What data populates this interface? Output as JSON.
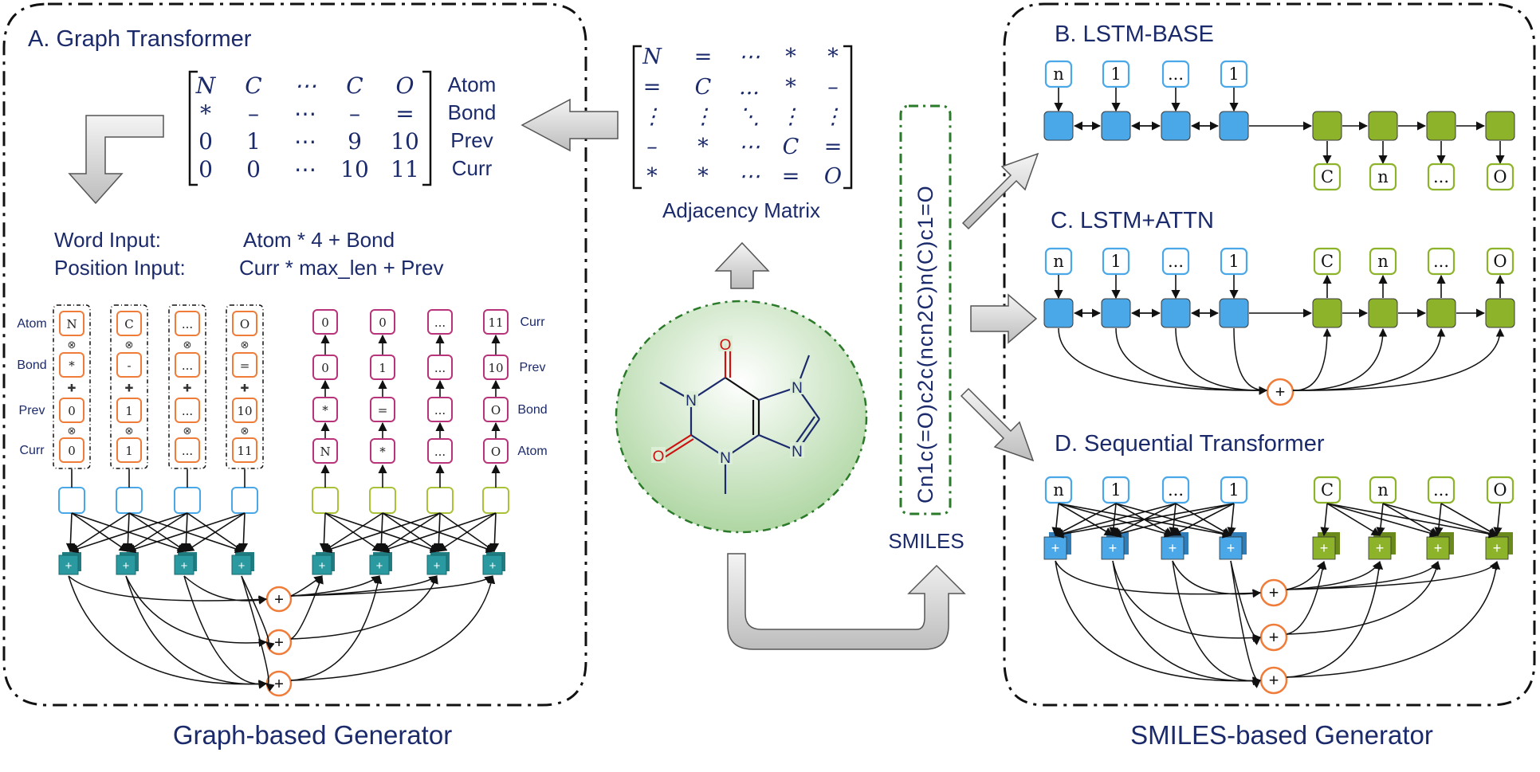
{
  "panels": {
    "graph_title": "A. Graph Transformer",
    "graph_caption": "Graph-based Generator",
    "smiles_caption": "SMILES-based Generator",
    "lstm_base_title": "B. LSTM-BASE",
    "lstm_attn_title": "C. LSTM+ATTN",
    "seq_transformer_title": "D. Sequential Transformer"
  },
  "graph_matrix": {
    "rows": [
      [
        "N",
        "C",
        "⋯",
        "C",
        "O"
      ],
      [
        "*",
        "–",
        "⋯",
        "–",
        "="
      ],
      [
        "0",
        "1",
        "⋯",
        "9",
        "10"
      ],
      [
        "0",
        "0",
        "⋯",
        "10",
        "11"
      ]
    ],
    "row_labels": [
      "Atom",
      "Bond",
      "Prev",
      "Curr"
    ]
  },
  "inputs": {
    "word_label": "Word Input:",
    "word_formula": "Atom * 4 + Bond",
    "position_label": "Position Input:",
    "position_formula": "Curr * max_len + Prev"
  },
  "encoder": {
    "row_labels": [
      "Atom",
      "Bond",
      "Prev",
      "Curr"
    ],
    "columns": [
      [
        "N",
        "*",
        "0",
        "0"
      ],
      [
        "C",
        "-",
        "1",
        "1"
      ],
      [
        "...",
        "...",
        "...",
        "..."
      ],
      [
        "O",
        "=",
        "10",
        "11"
      ]
    ],
    "ops": [
      "⊗",
      "✚",
      "⊗"
    ]
  },
  "decoder": {
    "row_labels": [
      "Curr",
      "Prev",
      "Bond",
      "Atom"
    ],
    "columns": [
      [
        "0",
        "0",
        "*",
        "N"
      ],
      [
        "0",
        "1",
        "=",
        "*"
      ],
      [
        "...",
        "...",
        "...",
        "..."
      ],
      [
        "11",
        "10",
        "O",
        "O"
      ]
    ]
  },
  "adjacency": {
    "rows": [
      [
        "N",
        "=",
        "⋯",
        "*",
        "*"
      ],
      [
        "=",
        "C",
        "...",
        "*",
        "–"
      ],
      [
        "⋮",
        "⋮",
        "⋱",
        "⋮",
        "⋮"
      ],
      [
        "–",
        "*",
        "⋯",
        "C",
        "="
      ],
      [
        "*",
        "*",
        "⋯",
        "=",
        "O"
      ]
    ],
    "label": "Adjacency Matrix"
  },
  "molecule": {
    "atoms": [
      "O",
      "N",
      "N",
      "O",
      "N",
      "N"
    ]
  },
  "smiles": {
    "string": "Cn1c(=O)c2c(ncn2C)n(C)c1=O",
    "label": "SMILES"
  },
  "lstm_inputs": [
    "n",
    "1",
    "...",
    "1"
  ],
  "lstm_outputs": [
    "C",
    "n",
    "...",
    "O"
  ],
  "plus_symbol": "+",
  "colors": {
    "navy": "#1b2a6b",
    "blue": "#4aa8e8",
    "green": "#8db32a",
    "orange": "#f07c3a",
    "teal": "#2a9aa0",
    "magenta": "#b8347a"
  }
}
